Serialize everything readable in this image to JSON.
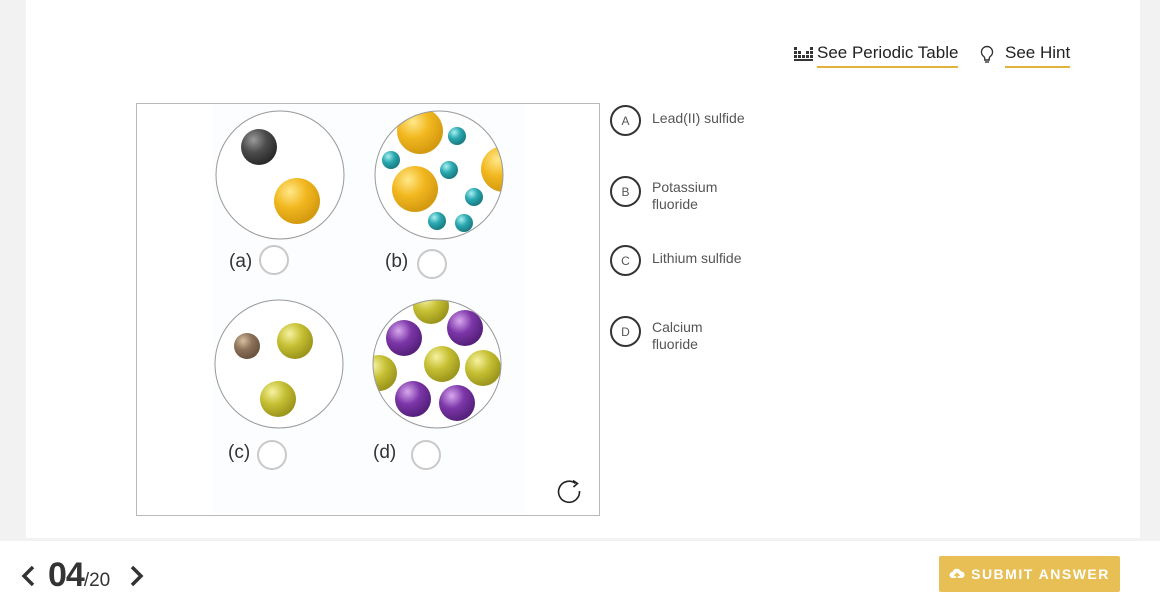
{
  "header": {
    "periodic_table_label": "See Periodic Table",
    "hint_label": "See Hint"
  },
  "question": {
    "parts": [
      {
        "label": "(a)"
      },
      {
        "label": "(b)"
      },
      {
        "label": "(c)"
      },
      {
        "label": "(d)"
      }
    ]
  },
  "choices": [
    {
      "letter": "A",
      "text": "Lead(II) sulfide"
    },
    {
      "letter": "B",
      "text": "Potassium fluoride"
    },
    {
      "letter": "C",
      "text": "Lithium sulfide"
    },
    {
      "letter": "D",
      "text": "Calcium fluoride"
    }
  ],
  "footer": {
    "current": "04",
    "total": "/20",
    "submit_label": "SUBMIT ANSWER"
  },
  "colors": {
    "accent": "#e7bf55",
    "underline": "#e2b33a"
  }
}
